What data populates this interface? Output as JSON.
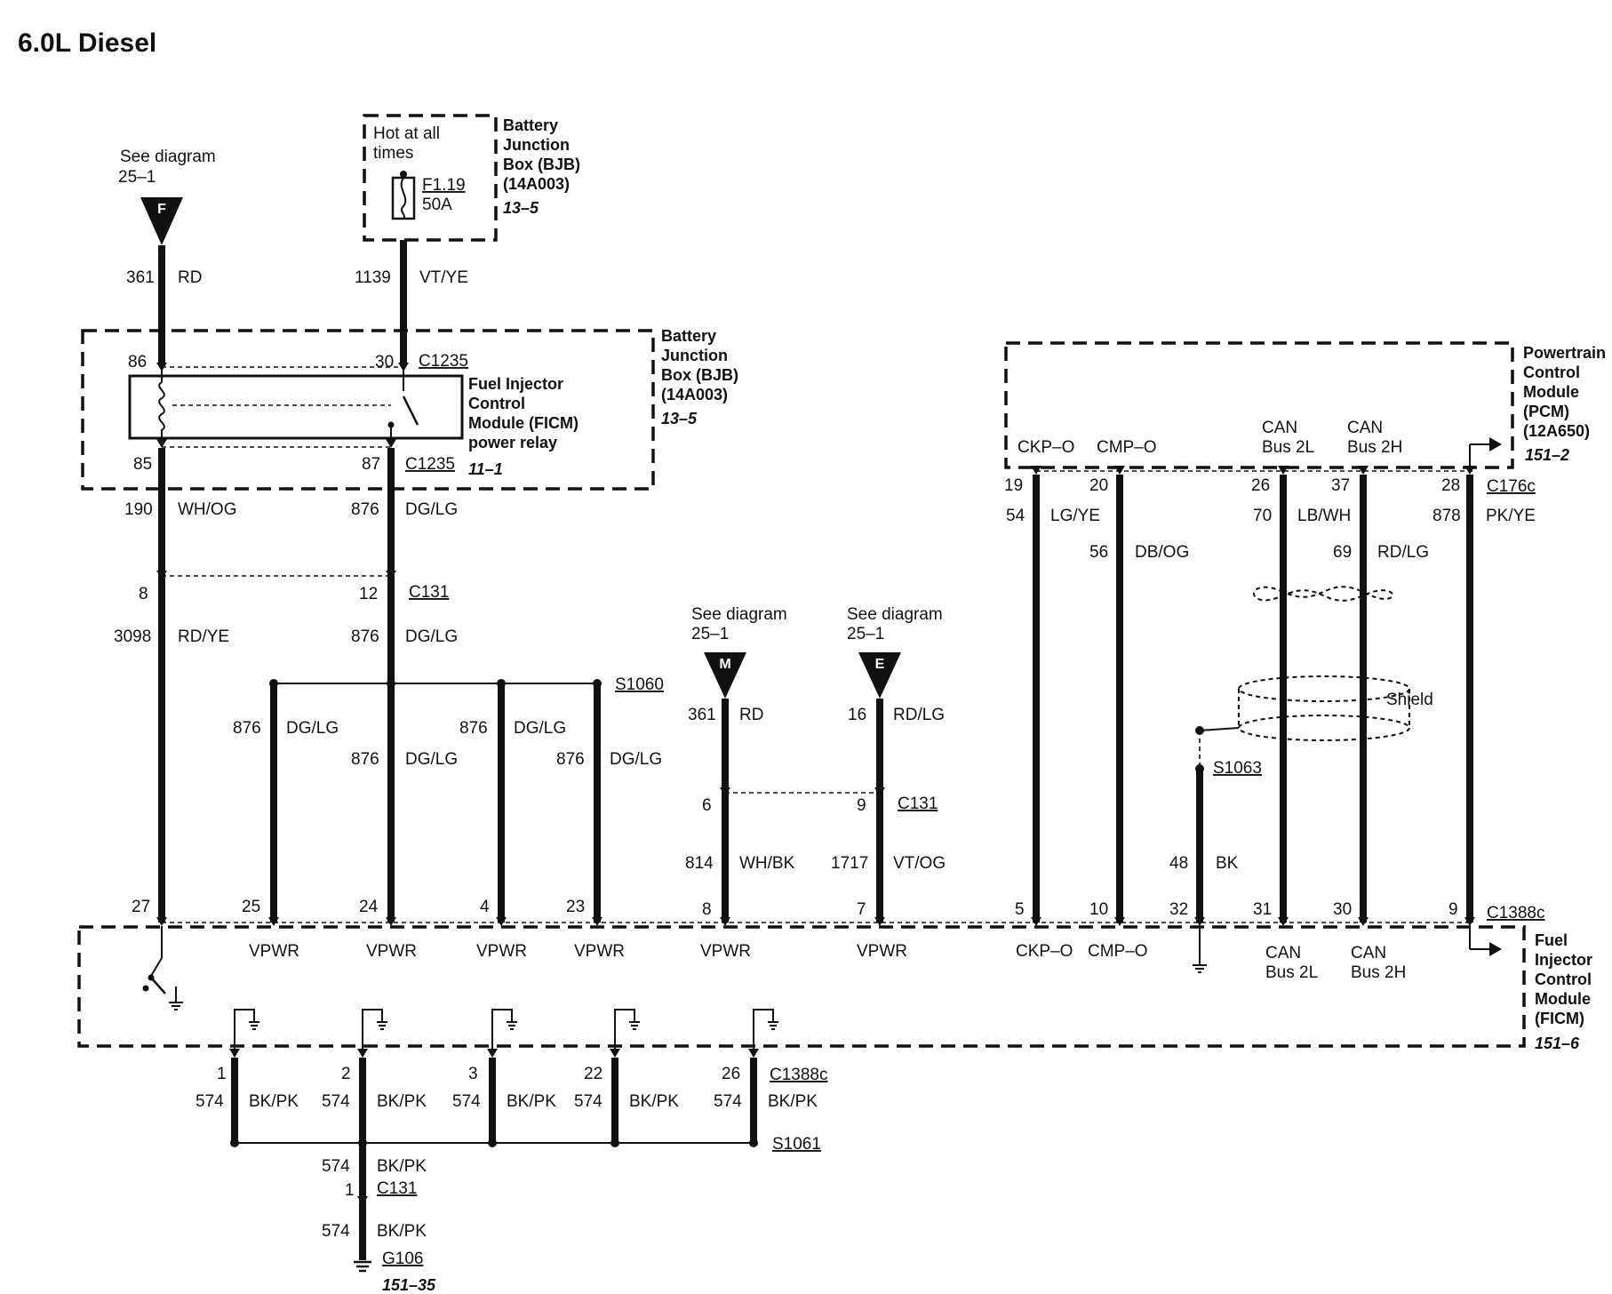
{
  "title": "6.0L Diesel",
  "see_diagrams": [
    {
      "text": "See diagram",
      "ref": "25–1",
      "letter": "F"
    },
    {
      "text": "See diagram",
      "ref": "25–1",
      "letter": "M"
    },
    {
      "text": "See diagram",
      "ref": "25–1",
      "letter": "E"
    }
  ],
  "bjb_top": {
    "hot": [
      "Hot at all",
      "times"
    ],
    "fuse": "F1.19",
    "amps": "50A",
    "lines": [
      "Battery",
      "Junction",
      "Box (BJB)",
      "(14A003)"
    ],
    "ref": "13–5"
  },
  "bjb_relay": {
    "lines": [
      "Battery",
      "Junction",
      "Box (BJB)",
      "(14A003)"
    ],
    "ref": "13–5",
    "relay_lines": [
      "Fuel Injector",
      "Control",
      "Module (FICM)",
      "power relay"
    ],
    "relay_ref": "11–1",
    "pins": [
      "86",
      "30",
      "85",
      "87"
    ],
    "connector": "C1235"
  },
  "pcm": {
    "lines": [
      "Powertrain",
      "Control",
      "Module",
      "(PCM)",
      "(12A650)"
    ],
    "ref": "151–2",
    "pins": [
      "CKP–O",
      "CMP–O",
      "CAN",
      "Bus 2L",
      "CAN",
      "Bus 2H"
    ],
    "connector": "C176c"
  },
  "ficm": {
    "lines": [
      "Fuel",
      "Injector",
      "Control",
      "Module",
      "(FICM)"
    ],
    "ref": "151–6",
    "connector": "C1388c",
    "pin_labels": [
      "VPWR",
      "VPWR",
      "VPWR",
      "VPWR",
      "VPWR",
      "VPWR",
      "CKP–O",
      "CMP–O",
      "CAN",
      "Bus 2L",
      "CAN",
      "Bus 2H"
    ]
  },
  "circuits": [
    {
      "num": "361",
      "color": "RD"
    },
    {
      "num": "1139",
      "color": "VT/YE"
    },
    {
      "num": "190",
      "color": "WH/OG"
    },
    {
      "num": "876",
      "color": "DG/LG"
    },
    {
      "num": "3098",
      "color": "RD/YE"
    },
    {
      "num": "16",
      "color": "RD/LG"
    },
    {
      "num": "814",
      "color": "WH/BK"
    },
    {
      "num": "1717",
      "color": "VT/OG"
    },
    {
      "num": "54",
      "color": "LG/YE"
    },
    {
      "num": "56",
      "color": "DB/OG"
    },
    {
      "num": "70",
      "color": "LB/WH"
    },
    {
      "num": "69",
      "color": "RD/LG"
    },
    {
      "num": "878",
      "color": "PK/YE"
    },
    {
      "num": "48",
      "color": "BK"
    },
    {
      "num": "574",
      "color": "BK/PK"
    }
  ],
  "connectors": {
    "c131": "C131",
    "c1388c": "C1388c"
  },
  "splices": [
    "S1060",
    "S1063",
    "S1061"
  ],
  "pin_numbers": [
    "8",
    "12",
    "6",
    "9",
    "19",
    "20",
    "26",
    "37",
    "28",
    "27",
    "25",
    "24",
    "4",
    "23",
    "8",
    "7",
    "5",
    "10",
    "32",
    "31",
    "30",
    "9",
    "1",
    "2",
    "3",
    "22",
    "26",
    "1"
  ],
  "shield": "Shield",
  "ground": {
    "name": "G106",
    "ref": "151–35"
  }
}
